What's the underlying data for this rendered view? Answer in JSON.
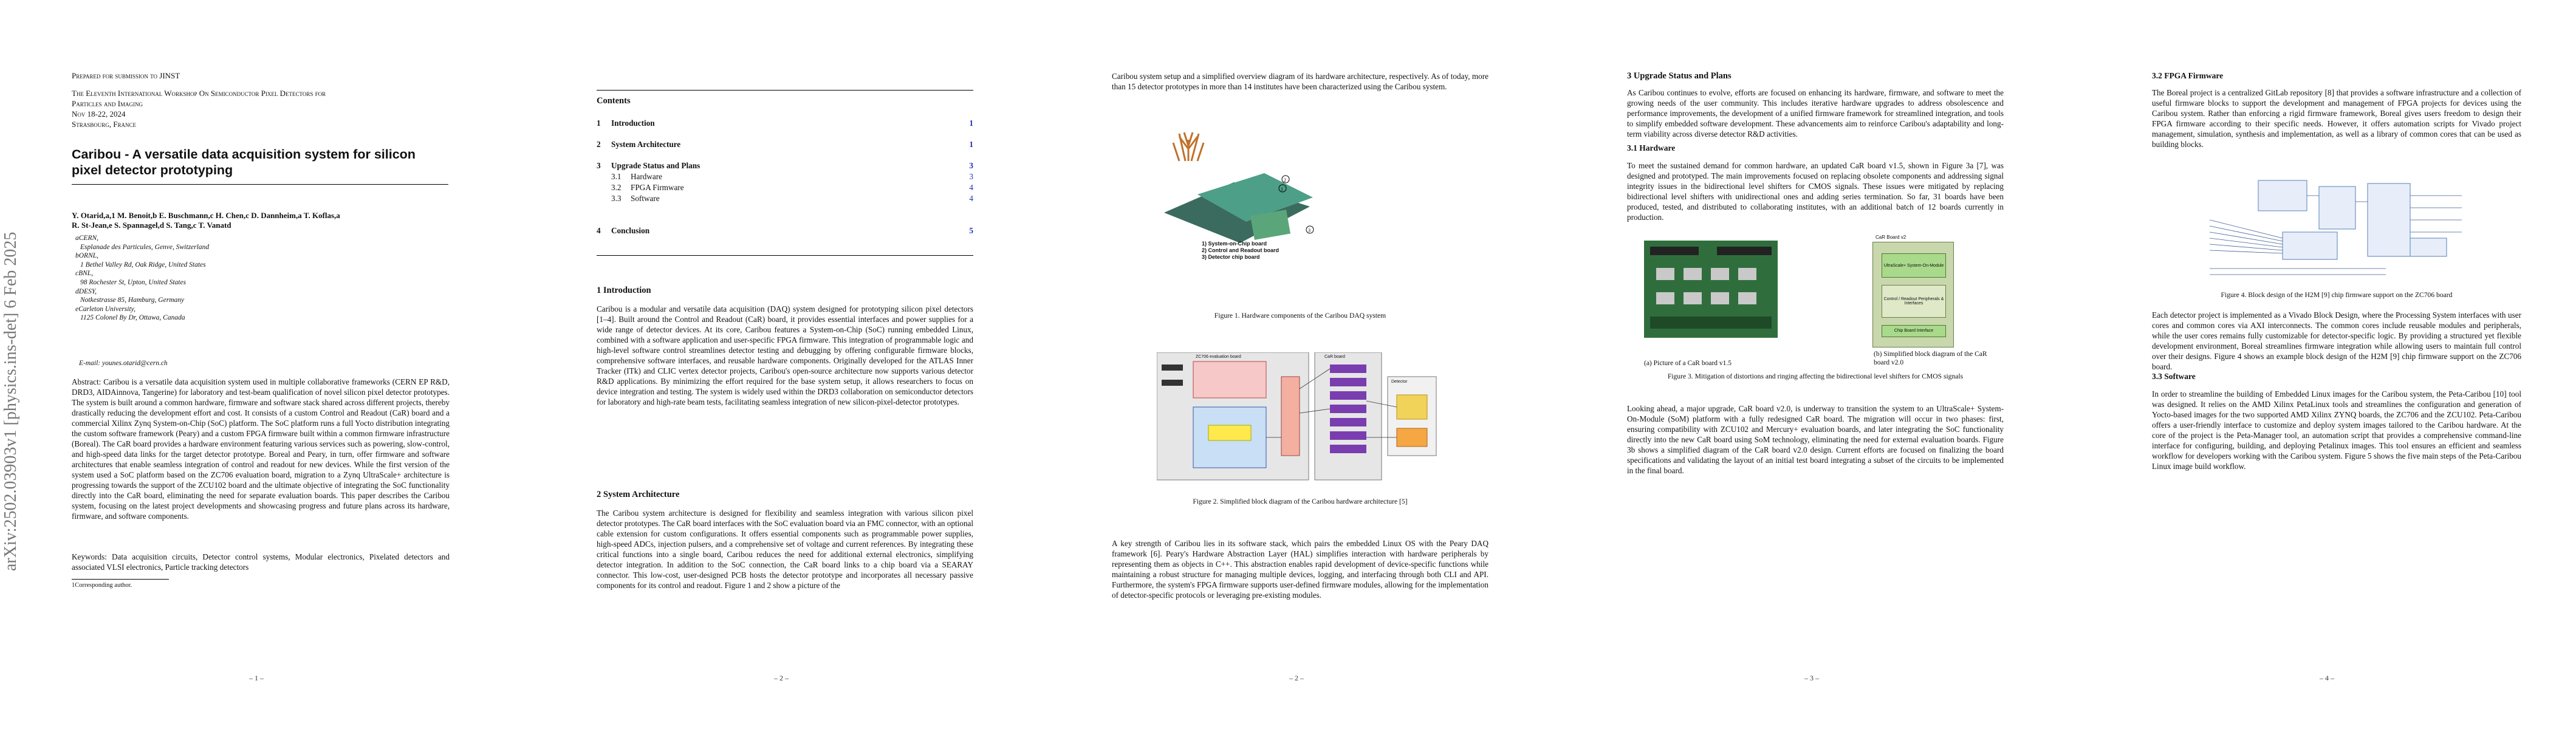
{
  "arxiv_stamp": "arXiv:2502.03903v1  [physics.ins-det]  6 Feb 2025",
  "page1": {
    "prepared": "Prepared for submission to JINST",
    "conf_line1": "The Eleventh International Workshop On Semiconductor Pixel Detectors for",
    "conf_line2": "Particles and Imaging",
    "conf_line3": "Nov 18-22, 2024",
    "conf_line4": "Strasbourg, France",
    "title_line1": "Caribou - A versatile data acquisition system for silicon",
    "title_line2": "pixel detector prototyping",
    "authors_line1": "Y. Otarid,a,1 M. Benoit,b E. Buschmann,c H. Chen,c D. Dannheim,a T. Koflas,a",
    "authors_line2": "R. St-Jean,e S. Spannagel,d S. Tang,c T. Vanatd",
    "affiliations": [
      "aCERN,",
      "Esplanade des Particules, Genve, Switzerland",
      "bORNL,",
      "1 Bethel Valley Rd, Oak Ridge, United States",
      "cBNL,",
      "98 Rochester St, Upton, United States",
      "dDESY,",
      "Notkestrasse 85, Hamburg, Germany",
      "eCarleton University,",
      "1125 Colonel By Dr, Ottawa, Canada"
    ],
    "email": "E-mail: younes.otarid@cern.ch",
    "abstract": "Abstract: Caribou is a versatile data acquisition system used in multiple collaborative frameworks (CERN EP R&D, DRD3, AIDAinnova, Tangerine) for laboratory and test-beam qualification of novel silicon pixel detector prototypes. The system is built around a common hardware, firmware and software stack shared across different projects, thereby drastically reducing the development effort and cost. It consists of a custom Control and Readout (CaR) board and a commercial Xilinx Zynq System-on-Chip (SoC) platform. The SoC platform runs a full Yocto distribution integrating the custom software framework (Peary) and a custom FPGA firmware built within a common firmware infrastructure (Boreal). The CaR board provides a hardware environment featuring various services such as powering, slow-control, and high-speed data links for the target detector prototype. Boreal and Peary, in turn, offer firmware and software architectures that enable seamless integration of control and readout for new devices. While the first version of the system used a SoC platform based on the ZC706 evaluation board, migration to a Zynq UltraScale+ architecture is progressing towards the support of the ZCU102 board and the ultimate objective of integrating the SoC functionality directly into the CaR board, eliminating the need for separate evaluation boards. This paper describes the Caribou system, focusing on the latest project developments and showcasing progress and future plans across its hardware, firmware, and software components.",
    "keywords": "Keywords: Data acquisition circuits, Detector control systems, Modular electronics, Pixelated detectors and associated VLSI electronics, Particle tracking detectors",
    "footnote": "1Corresponding author.",
    "page_number": "– 1 –"
  },
  "page2": {
    "contents_title": "Contents",
    "toc": [
      {
        "num": "1",
        "label": "Introduction",
        "page": "1",
        "level": 1
      },
      {
        "num": "2",
        "label": "System Architecture",
        "page": "1",
        "level": 1
      },
      {
        "num": "3",
        "label": "Upgrade Status and Plans",
        "page": "3",
        "level": 1
      },
      {
        "num": "3.1",
        "label": "Hardware",
        "page": "3",
        "level": 2
      },
      {
        "num": "3.2",
        "label": "FPGA Firmware",
        "page": "4",
        "level": 2
      },
      {
        "num": "3.3",
        "label": "Software",
        "page": "4",
        "level": 2
      },
      {
        "num": "4",
        "label": "Conclusion",
        "page": "5",
        "level": 1
      }
    ],
    "sec1_title": "1   Introduction",
    "sec1_body": "Caribou is a modular and versatile data acquisition (DAQ) system designed for prototyping silicon pixel detectors [1–4]. Built around the Control and Readout (CaR) board, it provides essential interfaces and power supplies for a wide range of detector devices. At its core, Caribou features a System-on-Chip (SoC) running embedded Linux, combined with a software application and user-specific FPGA firmware. This integration of programmable logic and high-level software control streamlines detector testing and debugging by offering configurable firmware blocks, comprehensive software interfaces, and reusable hardware components. Originally developed for the ATLAS Inner Tracker (ITk) and CLIC vertex detector projects, Caribou's open-source architecture now supports various detector R&D applications. By minimizing the effort required for the base system setup, it allows researchers to focus on device integration and testing. The system is widely used within the DRD3 collaboration on semiconductor detectors for laboratory and high-rate beam tests, facilitating seamless integration of new silicon-pixel-detector prototypes.",
    "sec2_title": "2   System Architecture",
    "sec2_body": "The Caribou system architecture is designed for flexibility and seamless integration with various silicon pixel detector prototypes. The CaR board interfaces with the SoC evaluation board via an FMC connector, with an optional cable extension for custom configurations. It offers essential components such as programmable power supplies, high-speed ADCs, injection pulsers, and a comprehensive set of voltage and current references. By integrating these critical functions into a single board, Caribou reduces the need for additional external electronics, simplifying detector integration. In addition to the SoC connection, the CaR board links to a chip board via a SEARAY connector. This low-cost, user-designed PCB hosts the detector prototype and incorporates all necessary passive components for its control and readout. Figure 1 and 2 show a picture of the",
    "page_number": "– 2 –"
  },
  "page3": {
    "top_text": "Caribou system setup and a simplified overview diagram of its hardware architecture, respectively. As of today, more than 15 detector prototypes in more than 14 institutes have been characterized using the Caribou system.",
    "fig1_legend": [
      "1) System-on-Chip board",
      "2) Control and Readout board",
      "3) Detector chip board"
    ],
    "fig1_caption": "Figure 1. Hardware components of the Caribou DAQ system",
    "fig2_caption": "Figure 2. Simplified block diagram of the Caribou hardware architecture [5]",
    "fig2_labels": {
      "soc": "ZC706 evaluation board",
      "car": "CaR board",
      "chip": "Detector"
    },
    "body": "A key strength of Caribou lies in its software stack, which pairs the embedded Linux OS with the Peary DAQ framework [6]. Peary's Hardware Abstraction Layer (HAL) simplifies interaction with hardware peripherals by representing them as objects in C++. This abstraction enables rapid development of device-specific functions while maintaining a robust structure for managing multiple devices, logging, and interfacing through both CLI and API. Furthermore, the system's FPGA firmware supports user-defined firmware modules, allowing for the implementation of detector-specific protocols or leveraging pre-existing modules.",
    "page_number": "– 2 –"
  },
  "page4": {
    "sec3_title": "3   Upgrade Status and Plans",
    "sec3_body": "As Caribou continues to evolve, efforts are focused on enhancing its hardware, firmware, and software to meet the growing needs of the user community. This includes iterative hardware upgrades to address obsolescence and performance improvements, the development of a unified firmware framework for streamlined integration, and tools to simplify embedded software development. These advancements aim to reinforce Caribou's adaptability and long-term viability across diverse detector R&D activities.",
    "sec31_title": "3.1   Hardware",
    "sec31_body": "To meet the sustained demand for common hardware, an updated CaR board v1.5, shown in Figure 3a [7], was designed and prototyped. The main improvements focused on replacing obsolete components and addressing signal integrity issues in the bidirectional level shifters for CMOS signals. These issues were mitigated by replacing bidirectional level shifters with unidirectional ones and adding series termination. So far, 31 boards have been produced, tested, and distributed to collaborating institutes, with an additional batch of 12 boards currently in production.",
    "fig3b_title": "CaR Board v2",
    "fig3b_blocks": [
      "UltraScale+ System-On-Module",
      "Control / Readout Peripherals & Interfaces",
      "Chip Board Interface"
    ],
    "fig3a_sub": "(a) Picture of a CaR board v1.5",
    "fig3b_sub": "(b) Simplified block diagram of the CaR board v2.0",
    "fig3_caption": "Figure 3. Mitigation of distortions and ringing affecting the bidirectional level shifters for CMOS signals",
    "body2": "Looking ahead, a major upgrade, CaR board v2.0, is underway to transition the system to an UltraScale+ System-On-Module (SoM) platform with a fully redesigned CaR board. The migration will occur in two phases: first, ensuring compatibility with ZCU102 and Mercury+ evaluation boards, and later integrating the SoC functionality directly into the new CaR board using SoM technology, eliminating the need for external evaluation boards. Figure 3b shows a simplified diagram of the CaR board v2.0 design. Current efforts are focused on finalizing the board specifications and validating the layout of an initial test board integrating a subset of the circuits to be implemented in the final board.",
    "page_number": "– 3 –"
  },
  "page5": {
    "sec32_title": "3.2   FPGA Firmware",
    "sec32_body": "The Boreal project is a centralized GitLab repository [8] that provides a software infrastructure and a collection of useful firmware blocks to support the development and management of FPGA projects for devices using the Caribou system. Rather than enforcing a rigid firmware framework, Boreal gives users freedom to design their FPGA firmware according to their specific needs. However, it offers automation scripts for Vivado project management, simulation, synthesis and implementation, as well as a library of common cores that can be used as building blocks.",
    "fig4_caption": "Figure 4. Block design of the H2M [9] chip firmware support on the ZC706 board",
    "body2": "Each detector project is implemented as a Vivado Block Design, where the Processing System interfaces with user cores and common cores via AXI interconnects. The common cores include reusable modules and peripherals, while the user cores remains fully customizable for detector-specific logic. By providing a structured yet flexible development environment, Boreal streamlines firmware integration while allowing users to maintain full control over their designs. Figure 4 shows an example block design of the H2M [9] chip firmware support on the ZC706 board.",
    "sec33_title": "3.3   Software",
    "sec33_body": "In order to streamline the building of Embedded Linux images for the Caribou system, the Peta-Caribou [10] tool was designed. It relies on the AMD Xilinx PetaLinux tools and streamlines the configuration and generation of Yocto-based images for the two supported AMD Xilinx ZYNQ boards, the ZC706 and the ZCU102. Peta-Caribou offers a user-friendly interface to customize and deploy system images tailored to the Caribou hardware. At the core of the project is the Peta-Manager tool, an automation script that provides a comprehensive command-line interface for configuring, building, and deploying Petalinux images. This tool ensures an efficient and seamless workflow for developers working with the Caribou system. Figure 5 shows the five main steps of the Peta-Caribou Linux image build workflow.",
    "page_number": "– 4 –"
  }
}
